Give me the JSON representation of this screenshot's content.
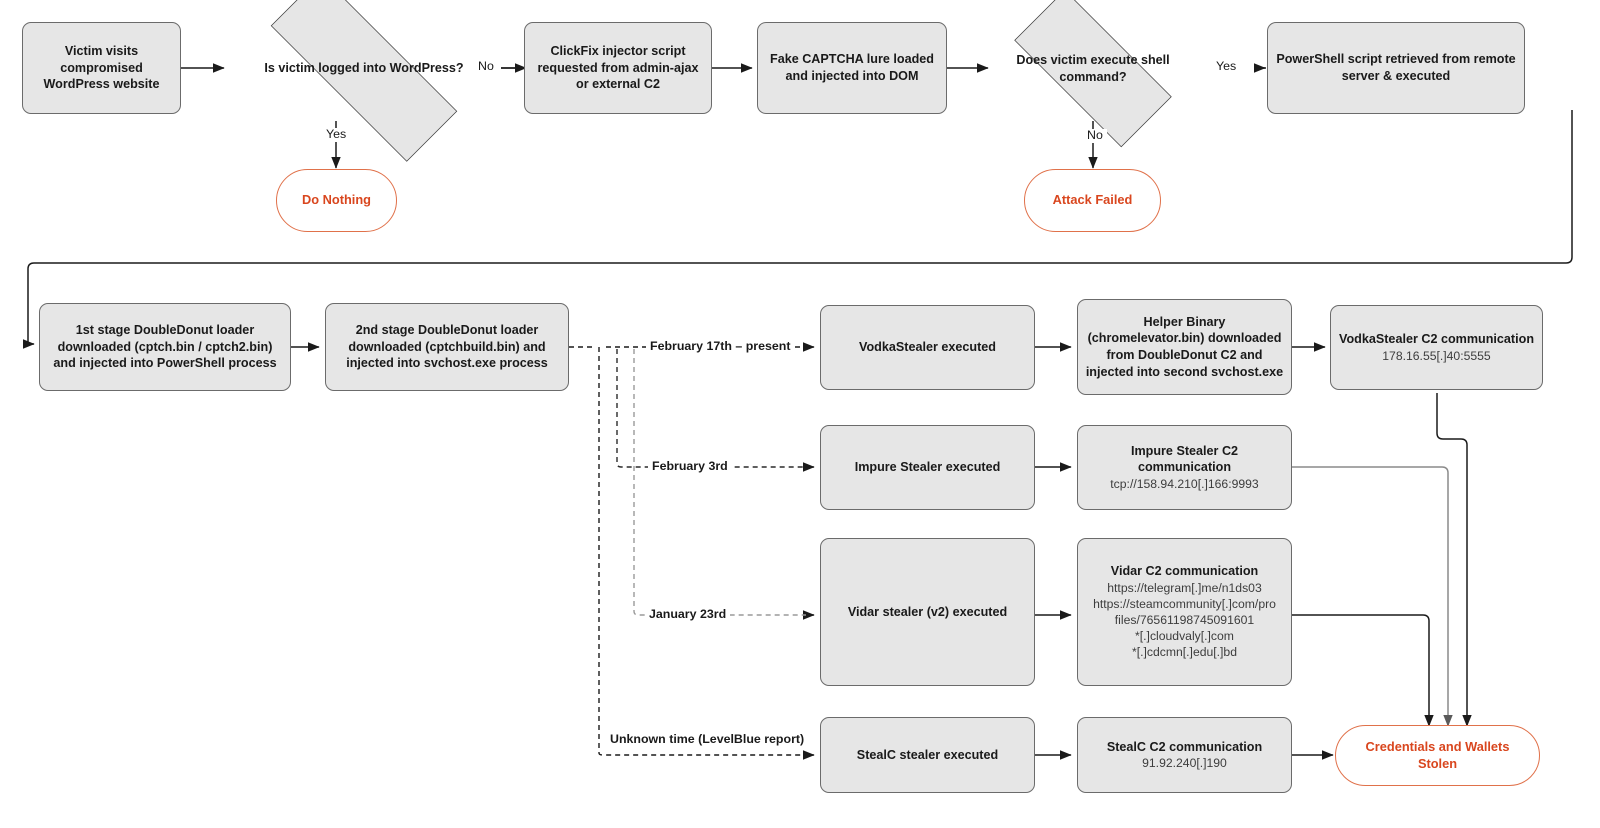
{
  "diagram": {
    "title": "ClickFix WordPress infection chain",
    "colors": {
      "node_fill": "#e6e6e6",
      "node_border": "#6b6b6b",
      "terminal_border": "#e0714a",
      "terminal_text": "#d9461e",
      "wire": "#1a1a1a",
      "wire_gray": "#8a8a8a",
      "background": "#ffffff"
    }
  },
  "nodes": {
    "victim_visit": "Victim visits compromised WordPress website",
    "q_logged_in": "Is victim logged into WordPress?",
    "do_nothing": "Do Nothing",
    "clickfix_injector": "ClickFix injector script requested from admin-ajax or external C2",
    "fake_captcha": "Fake CAPTCHA lure loaded and injected into DOM",
    "q_exec_shell": "Does victim execute shell command?",
    "attack_failed": "Attack Failed",
    "powershell": "PowerShell script retrieved from remote server & executed",
    "stage1": "1st stage DoubleDonut loader downloaded (cptch.bin / cptch2.bin) and injected into PowerShell process",
    "stage2": "2nd stage DoubleDonut loader downloaded (cptchbuild.bin) and injected into svchost.exe process",
    "vodka_exec": "VodkaStealer executed",
    "helper_binary": "Helper Binary (chromelevator.bin) downloaded from DoubleDonut C2 and injected into second svchost.exe",
    "vodka_c2_title": "VodkaStealer C2 communication",
    "vodka_c2_addr": "178.16.55[.]40:5555",
    "impure_exec": "Impure Stealer executed",
    "impure_c2_title": "Impure Stealer C2 communication",
    "impure_c2_addr": "tcp://158.94.210[.]166:9993",
    "vidar_exec": "Vidar stealer (v2) executed",
    "vidar_c2_title": "Vidar C2 communication",
    "vidar_c2_line1": "https://telegram[.]me/n1ds03",
    "vidar_c2_line2": "https://steamcommunity[.]com/pro",
    "vidar_c2_line3": "files/76561198745091601",
    "vidar_c2_line4": "*[.]cloudvaly[.]com",
    "vidar_c2_line5": "*[.]cdcmn[.]edu[.]bd",
    "stealc_exec": "StealC stealer executed",
    "stealc_c2_title": "StealC C2 communication",
    "stealc_c2_addr": "91.92.240[.]190",
    "final": "Credentials and Wallets Stolen"
  },
  "edge_labels": {
    "yes_logged_in": "Yes",
    "no_logged_in": "No",
    "no_exec_shell": "No",
    "yes_exec_shell": "Yes",
    "feb17": "February 17th – present",
    "feb3": "February 3rd",
    "jan23": "January 23rd",
    "unknown_time": "Unknown time (LevelBlue report)"
  }
}
